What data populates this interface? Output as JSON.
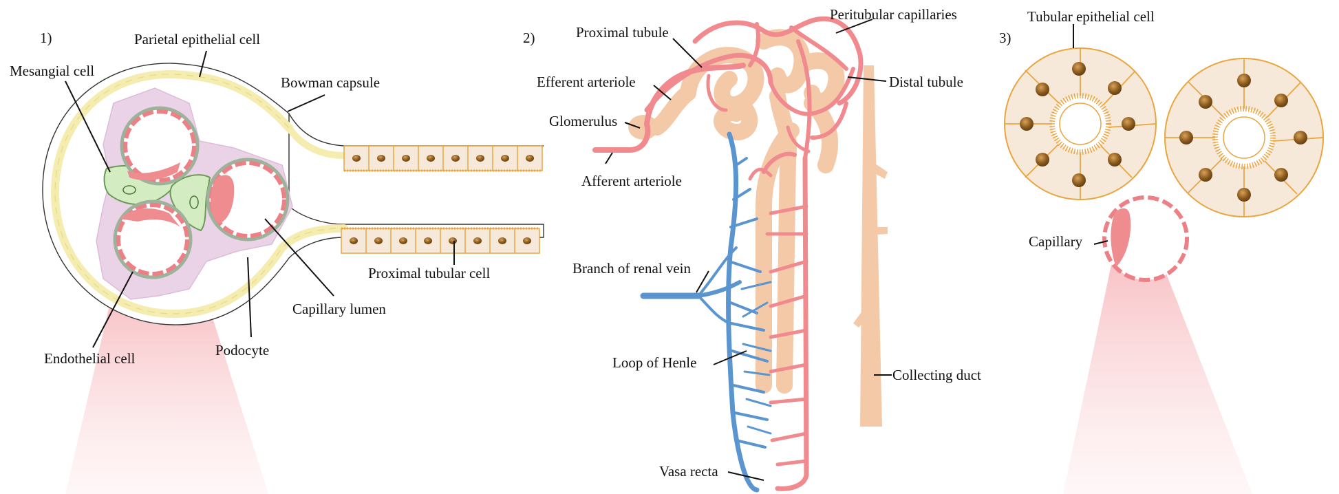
{
  "panels": {
    "p1": {
      "number": "1)",
      "labels": {
        "parietal_epithelial_cell": "Parietal epithelial cell",
        "mesangial_cell": "Mesangial cell",
        "bowman_capsule": "Bowman capsule",
        "proximal_tubular_cell": "Proximal tubular cell",
        "capillary_lumen": "Capillary lumen",
        "endothelial_cell": "Endothelial cell",
        "podocyte": "Podocyte"
      }
    },
    "p2": {
      "number": "2)",
      "labels": {
        "proximal_tubule": "Proximal tubule",
        "peritubular_capillaries": "Peritubular capillaries",
        "efferent_arteriole": "Efferent arteriole",
        "distal_tubule": "Distal tubule",
        "glomerulus": "Glomerulus",
        "afferent_arteriole": "Afferent arteriole",
        "branch_of_renal_vein": "Branch of renal vein",
        "loop_of_henle": "Loop of Henle",
        "collecting_duct": "Collecting duct",
        "vasa_recta": "Vasa recta"
      }
    },
    "p3": {
      "number": "3)",
      "labels": {
        "tubular_epithelial_cell": "Tubular epithelial cell",
        "capillary": "Capillary"
      }
    }
  },
  "colors": {
    "vessel_red": "#f08a8e",
    "vein_blue": "#5b95d0",
    "tubule_tan": "#f3c9a8",
    "capsule_yellow": "#f7f0b8",
    "mesangial_green": "#d6efc6",
    "podocyte_purple": "#e6cfe3",
    "cell_beige": "#f7e9d9",
    "cell_border": "#e9a640",
    "nucleus_brown": "#8a5a1c",
    "zoom_pink": "#f9c9cc"
  }
}
